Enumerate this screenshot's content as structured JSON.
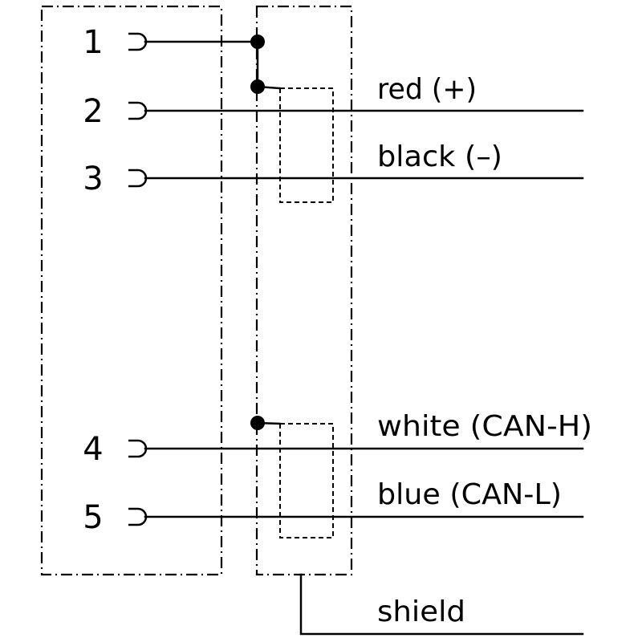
{
  "pins": [
    {
      "number": "1"
    },
    {
      "number": "2"
    },
    {
      "number": "3"
    },
    {
      "number": "4"
    },
    {
      "number": "5"
    }
  ],
  "wires": [
    {
      "label": "red (+)"
    },
    {
      "label": "black (–)"
    },
    {
      "label": "white (CAN-H)"
    },
    {
      "label": "blue (CAN-L)"
    },
    {
      "label": "shield"
    }
  ]
}
